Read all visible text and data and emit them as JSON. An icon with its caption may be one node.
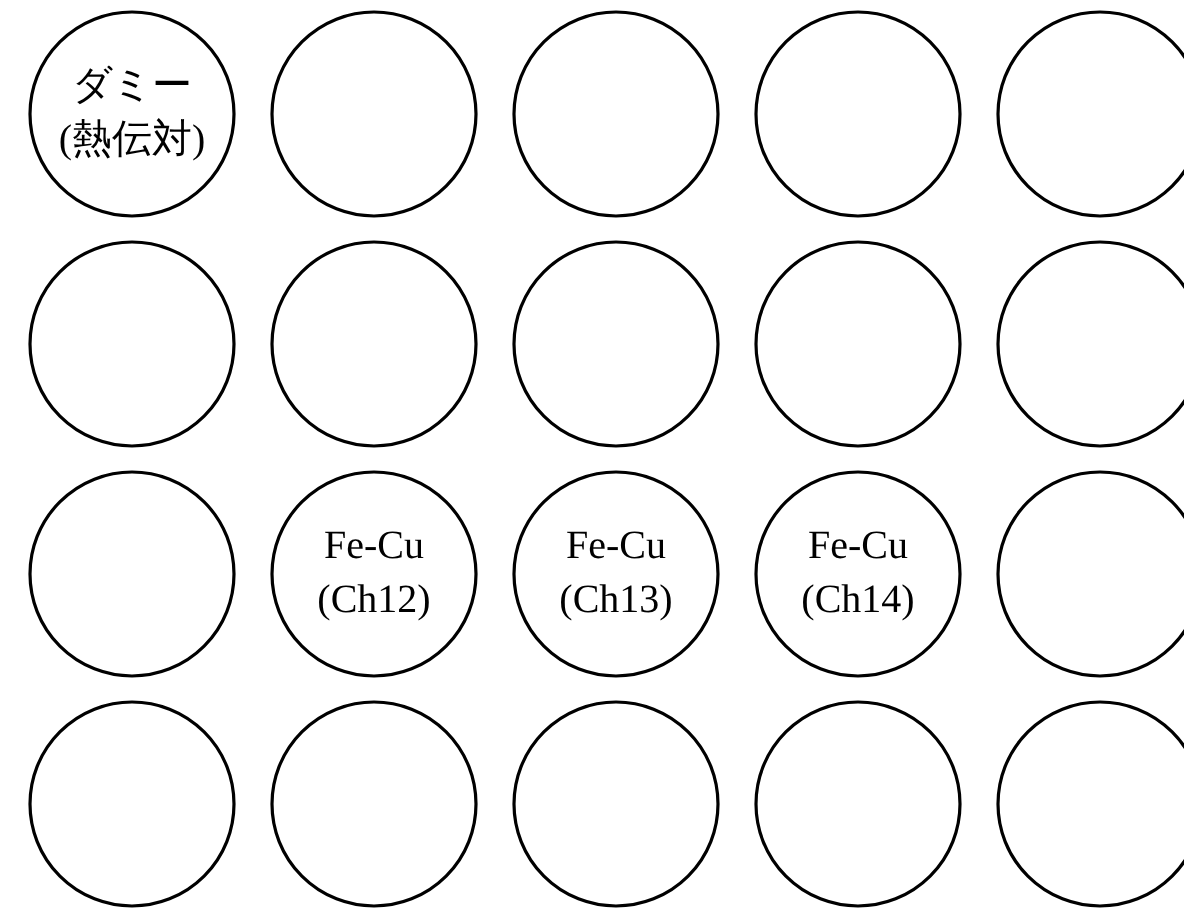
{
  "diagram": {
    "nodes": [
      {
        "text": [
          "ダミー",
          "(熱伝対)"
        ]
      },
      {
        "text": [],
        "shape": "circle"
      },
      {
        "text": [],
        "shape": "circle"
      },
      {
        "text": [],
        "shape": "circle"
      },
      {
        "text": [],
        "shape": "circle"
      },
      {
        "text": [],
        "shape": "circle"
      },
      {
        "text": [],
        "shape": "circle"
      },
      {
        "text": [],
        "shape": "circle"
      },
      {
        "text": [],
        "shape": "circle"
      },
      {
        "text": [],
        "shape": "circle"
      },
      {
        "text": [],
        "shape": "circle"
      },
      {
        "text": [
          "Fe-Cu",
          "(Ch12)"
        ]
      },
      {
        "text": [
          "Fe-Cu",
          "(Ch13)"
        ]
      },
      {
        "text": [
          "Fe-Cu",
          "(Ch14)"
        ]
      },
      {
        "text": [],
        "shape": "circle"
      },
      {
        "text": [],
        "shape": "circle"
      },
      {
        "text": [],
        "shape": "circle"
      },
      {
        "text": [],
        "shape": "circle"
      },
      {
        "text": [],
        "shape": "circle"
      },
      {
        "text": [],
        "shape": "circle"
      }
    ]
  }
}
